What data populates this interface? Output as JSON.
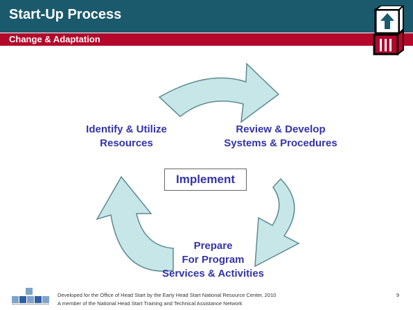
{
  "header": {
    "title": "Start-Up Process",
    "subtitle": "Change & Adaptation"
  },
  "cycle": {
    "top_left": [
      "Identify & Utilize",
      "Resources"
    ],
    "top_right": [
      "Review & Develop",
      "Systems & Procedures"
    ],
    "center": "Implement",
    "bottom": [
      "Prepare",
      "For Program",
      "Services & Activities"
    ]
  },
  "footer": {
    "line1": "Developed for the Office of Head Start by the Early Head Start National Resource Center, 2010",
    "line2": "A member of the National Head Start Training and Technical Assistance Network",
    "page_number": "9"
  },
  "colors": {
    "title_bar": "#1b5a6c",
    "subtitle_bar": "#b3072b",
    "arrow_fill": "#c6e6e7",
    "label_text": "#3333a8"
  }
}
